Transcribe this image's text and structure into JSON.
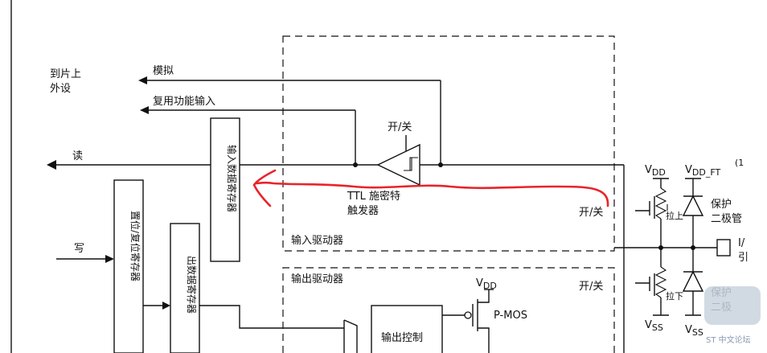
{
  "labels": {
    "onchip_line1": "到片上",
    "onchip_line2": "外设",
    "analog": "模拟",
    "alt_func_input": "复用功能输入",
    "read": "读",
    "write": "写",
    "on_off_top": "开/关",
    "on_off_right": "开/关",
    "on_off_output": "开/关",
    "ttl_line1": "TTL 施密特",
    "ttl_line2": "触发器",
    "input_driver": "输入驱动器",
    "output_driver": "输出驱动器",
    "input_data_register": "输入数据寄存器",
    "bit_set_reset_register": "置位/复位寄存器",
    "output_data_register": "出数据寄存器",
    "output_control": "输出控制",
    "vdd": "V",
    "vdd_sub": "DD",
    "vdd_ft": "V",
    "vdd_ft_sub": "DD_FT",
    "vdd_ft_note": "(1",
    "vss": "V",
    "vss_sub": "SS",
    "pull_up": "拉上",
    "pull_down": "拉下",
    "protection_diode_1a": "保护",
    "protection_diode_1b": "二极管",
    "protection_diode_2a": "保护",
    "protection_diode_2b": "二极",
    "io_pin_a": "I/",
    "io_pin_b": "引",
    "pmos": "P-MOS",
    "watermark": "ST 中文论坛"
  }
}
